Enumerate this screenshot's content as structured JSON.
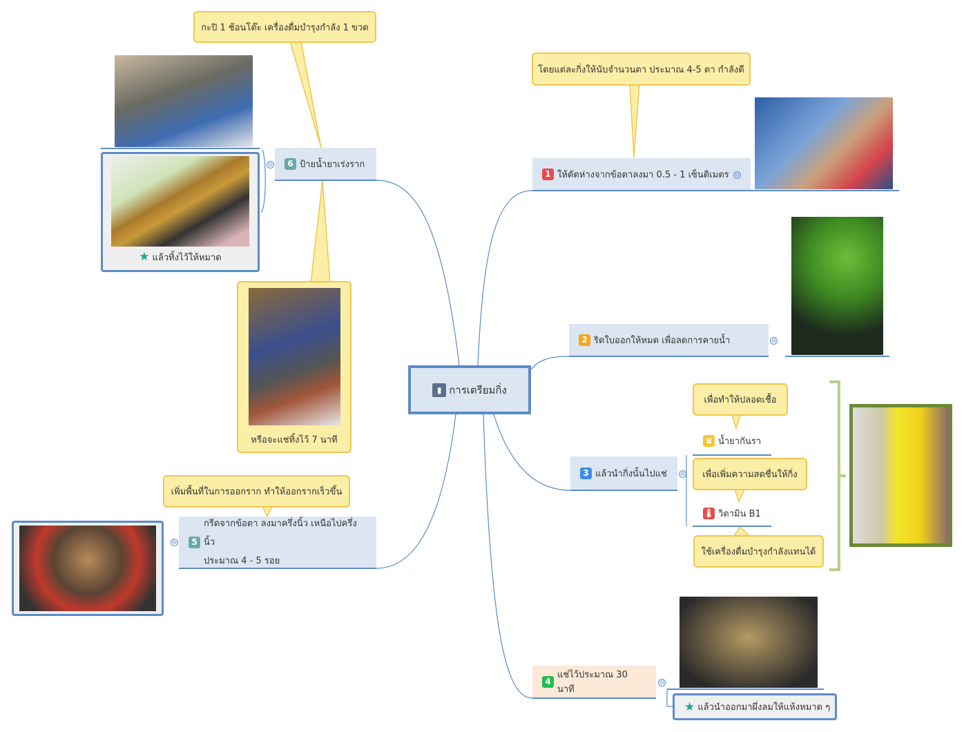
{
  "central": {
    "label": "การเตรียมกิ่ง",
    "icon": "bar-chart-icon"
  },
  "colors": {
    "accent": "#5b8bc9",
    "node_bg": "#dce6f2",
    "node4_bg": "#fbe8d6",
    "callout_bg": "#fbeea6",
    "callout_border": "#f0c64e",
    "bracket": "#b5cf8b"
  },
  "branches": [
    {
      "num": "1",
      "color": "#e84b4b",
      "label": "ให้ตัดห่างจากข้อตาลงมา 0.5 - 1 เซ็นติเมตร",
      "callout": "โดยแต่ละกิ่งให้นับจำนวนตา ประมาณ 4-5 ตา กำลังดี"
    },
    {
      "num": "2",
      "color": "#f5a623",
      "label": "ริดใบออกให้หมด เพื่อลดการคายน้ำ"
    },
    {
      "num": "3",
      "color": "#3d8ee8",
      "label": "แล้วนำกิ่งนั้นไปแช่",
      "children": [
        {
          "label": "น้ำยากันรา",
          "callout": "เพื่อทำให้ปลอดเชื้อ"
        },
        {
          "label": "วิตามิน B1",
          "callout": "เพื่อเพิ่มความสดชื่นให้กิ่ง",
          "callout_below": "ใช้เครื่องดื่มบำรุงกำลังแทนได้"
        }
      ]
    },
    {
      "num": "4",
      "color": "#1fbf4f",
      "label": "แช่ไว้ประมาณ 30 นาที",
      "child": "แล้วนำออกมาผึ่งลมให้แห้งหมาด ๆ"
    },
    {
      "num": "5",
      "color": "#6aa9a9",
      "label_line1": "กรีดจากข้อตา ลงมาครึ่งนิ้ว เหนือไปครึ่งนิ้ว",
      "label_line2": "ประมาณ 4 - 5 รอย",
      "callout": "เพิ่มพื้นที่ในการออกราก ทำให้ออกรากเร็วขึ้น"
    },
    {
      "num": "6",
      "color": "#6aa9a9",
      "label": "ป้ายน้ำยาเร่งราก",
      "callout_top": "กะปิ 1 ช้อนโต๊ะ เครื่องดื่มบำรุงกำลัง 1 ขวด",
      "callout_bottom": "หรือจะแช่ทิ้งไว้ 7 นาที",
      "child": "แล้วทิ้งไว้ให้หมาด"
    }
  ],
  "collapse_symbol": "⊖"
}
